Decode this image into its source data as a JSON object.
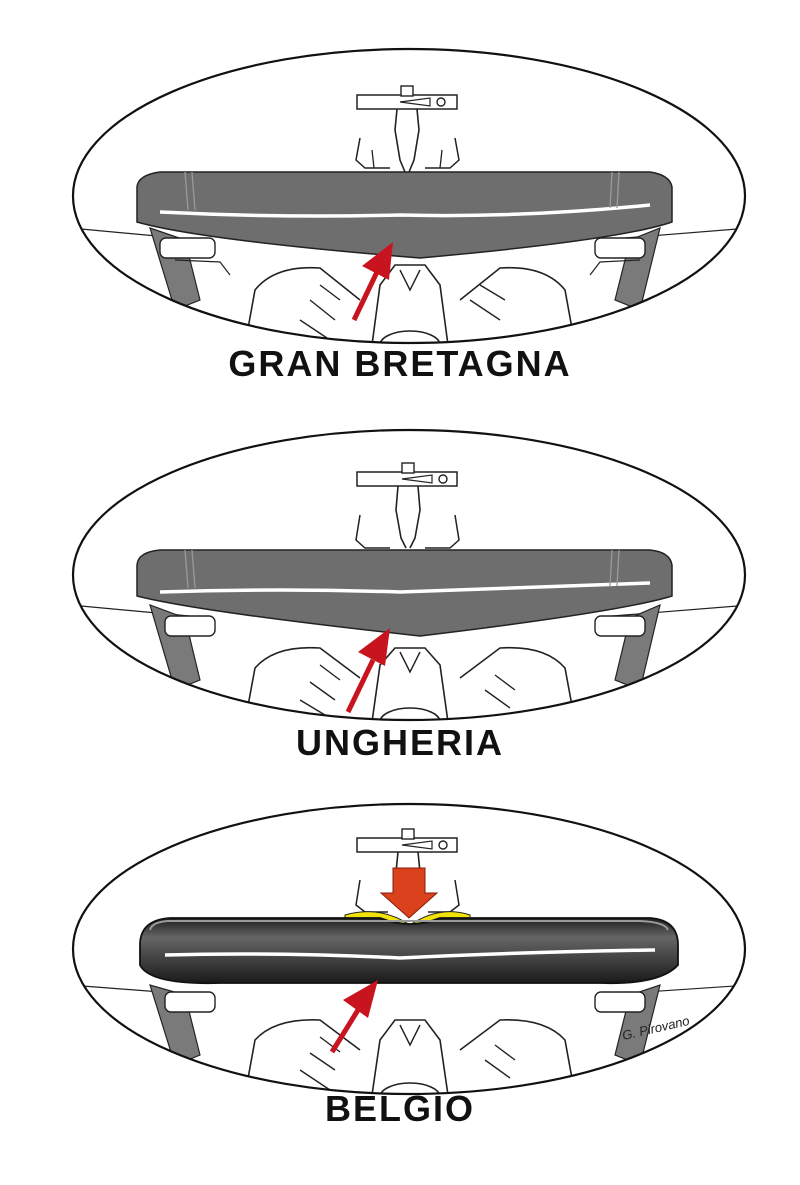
{
  "panels": [
    {
      "label": "GRAN BRETAGNA"
    },
    {
      "label": "UNGHERIA"
    },
    {
      "label": "BELGIO"
    }
  ],
  "credit": "G. Pirovano",
  "colors": {
    "wing_flat": "#6e6e6e",
    "wing_dark": "#3a3a3a",
    "arrow": "#c8141e",
    "highlight": "#f2e20c",
    "force_arrow": "#d9421c",
    "outline": "#111111"
  }
}
